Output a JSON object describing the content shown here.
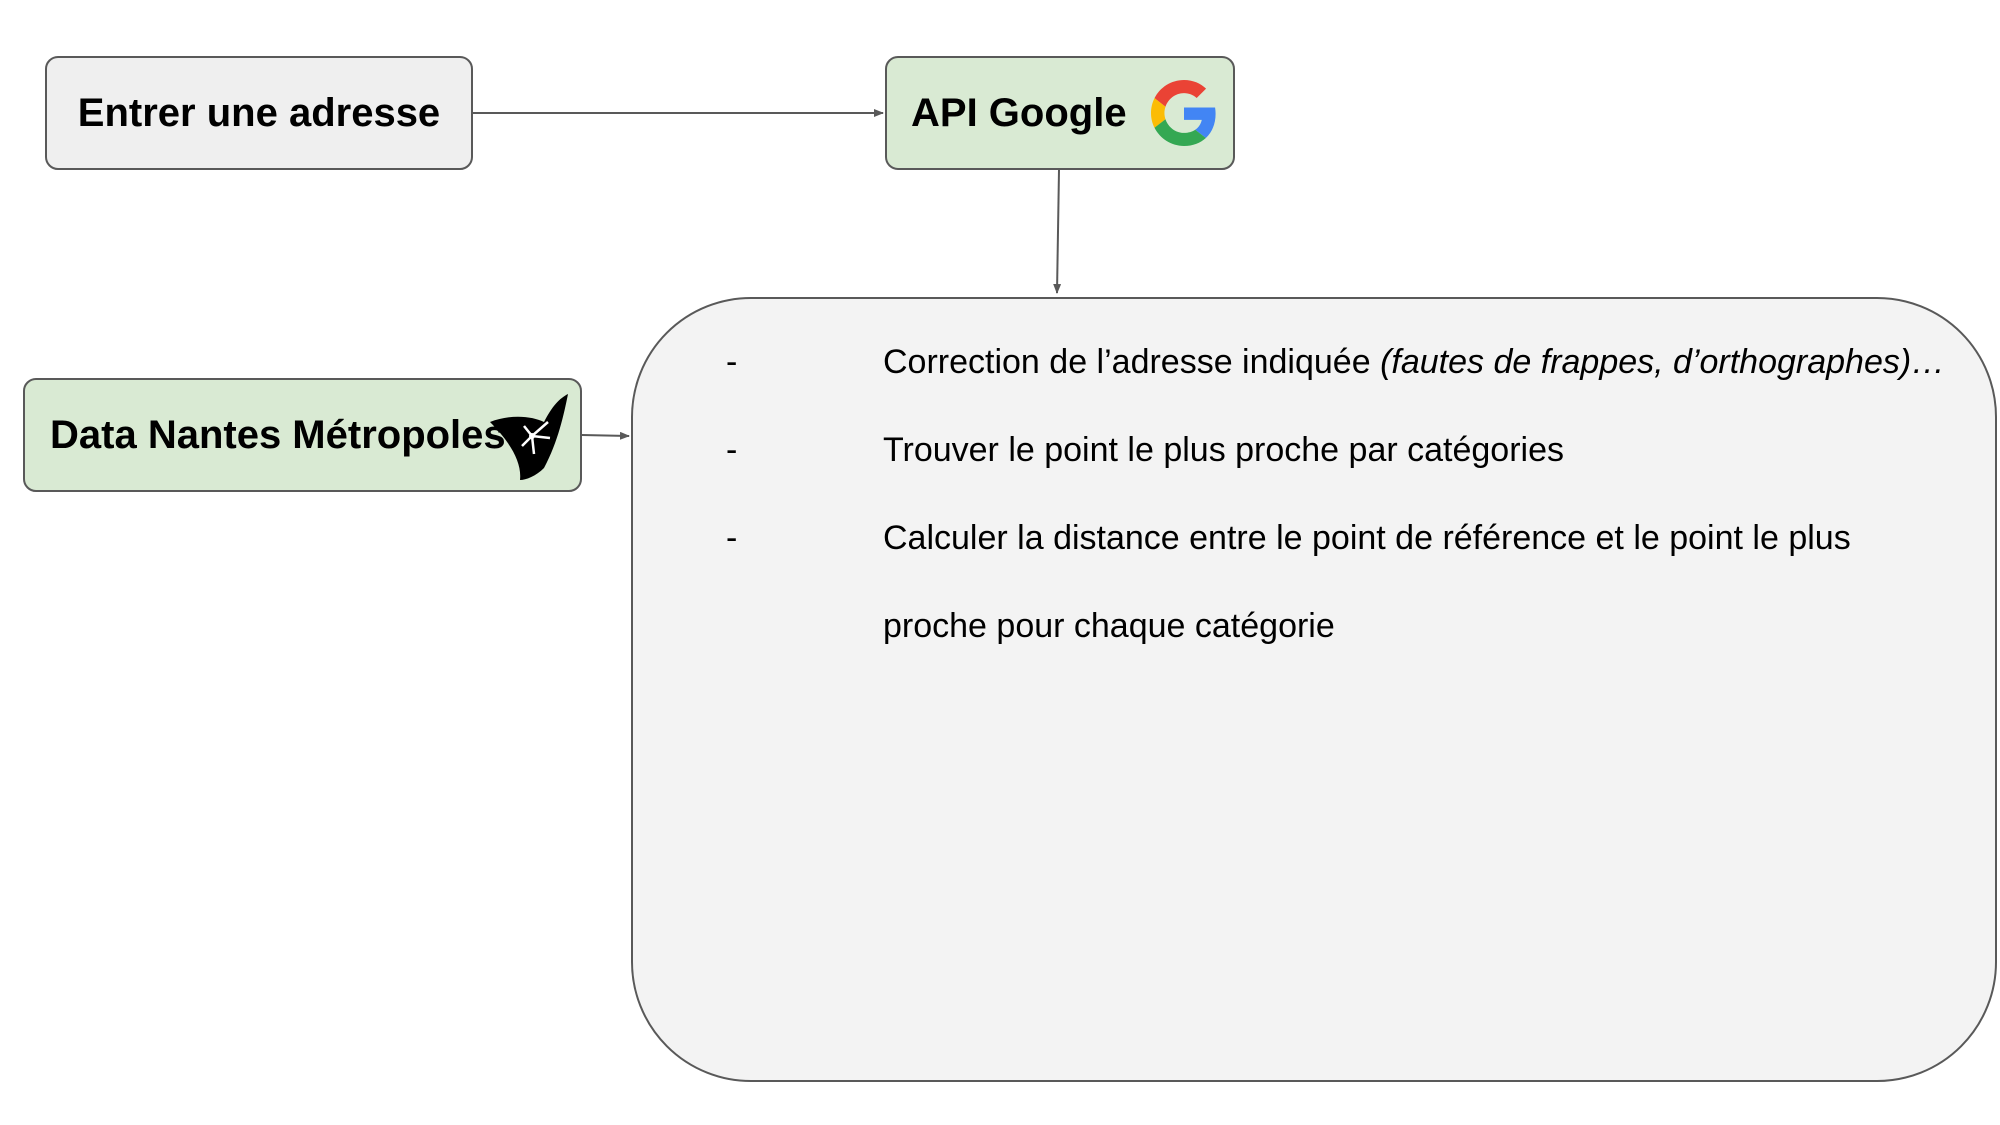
{
  "nodes": {
    "address": {
      "label": "Entrer une adresse"
    },
    "google": {
      "label": "API Google"
    },
    "nantes": {
      "label": "Data Nantes Métropoles"
    },
    "process": {
      "items": [
        {
          "bullet": "-",
          "text": "Correction de l’adresse indiquée ",
          "note": "(fautes de frappes, d’orthographes)…"
        },
        {
          "bullet": "-",
          "text": "Trouver le point le plus proche par catégories"
        },
        {
          "bullet": "-",
          "text": "Calculer la distance entre le point de référence et le point le plus",
          "text_cont": "proche pour chaque catégorie"
        }
      ]
    }
  },
  "icons": {
    "google": "google-g-icon",
    "nantes": "nantes-metropole-logo-icon"
  },
  "colors": {
    "address_fill": "#efefef",
    "source_fill": "#d9ead3",
    "process_fill": "#f3f3f3",
    "border": "#595959",
    "arrow": "#595959"
  }
}
